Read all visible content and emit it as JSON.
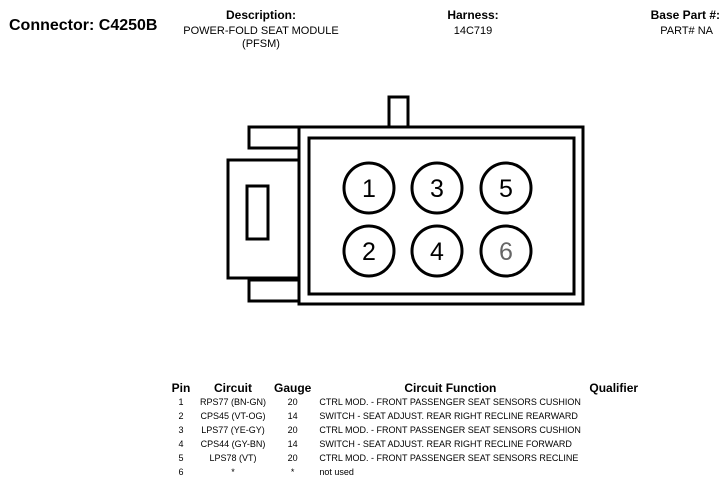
{
  "header": {
    "connector_title": "Connector: C4250B",
    "description_label": "Description:",
    "description_lines": [
      "POWER-FOLD SEAT MODULE",
      "(PFSM)"
    ],
    "harness_label": "Harness:",
    "harness_value": "14C719",
    "base_part_label": "Base Part #:",
    "base_part_value": "PART# NA"
  },
  "connector": {
    "pins": [
      {
        "label": "1",
        "color": "#000000"
      },
      {
        "label": "2",
        "color": "#000000"
      },
      {
        "label": "3",
        "color": "#000000"
      },
      {
        "label": "4",
        "color": "#000000"
      },
      {
        "label": "5",
        "color": "#000000"
      },
      {
        "label": "6",
        "color": "#666666"
      }
    ]
  },
  "table": {
    "headers": {
      "pin": "Pin",
      "circuit": "Circuit",
      "gauge": "Gauge",
      "function": "Circuit Function",
      "qualifier": "Qualifier"
    },
    "rows": [
      {
        "pin": "1",
        "circuit": "RPS77 (BN-GN)",
        "gauge": "20",
        "function": "CTRL MOD. - FRONT PASSENGER SEAT SENSORS CUSHION",
        "qualifier": ""
      },
      {
        "pin": "2",
        "circuit": "CPS45 (VT-OG)",
        "gauge": "14",
        "function": "SWITCH - SEAT ADJUST. REAR RIGHT RECLINE REARWARD",
        "qualifier": ""
      },
      {
        "pin": "3",
        "circuit": "LPS77 (YE-GY)",
        "gauge": "20",
        "function": "CTRL MOD. - FRONT PASSENGER SEAT SENSORS CUSHION",
        "qualifier": ""
      },
      {
        "pin": "4",
        "circuit": "CPS44 (GY-BN)",
        "gauge": "14",
        "function": "SWITCH - SEAT ADJUST. REAR RIGHT RECLINE FORWARD",
        "qualifier": ""
      },
      {
        "pin": "5",
        "circuit": "LPS78 (VT)",
        "gauge": "20",
        "function": "CTRL MOD. - FRONT PASSENGER SEAT SENSORS RECLINE",
        "qualifier": ""
      },
      {
        "pin": "6",
        "circuit": "*",
        "gauge": "*",
        "function": "not used",
        "qualifier": ""
      }
    ]
  }
}
